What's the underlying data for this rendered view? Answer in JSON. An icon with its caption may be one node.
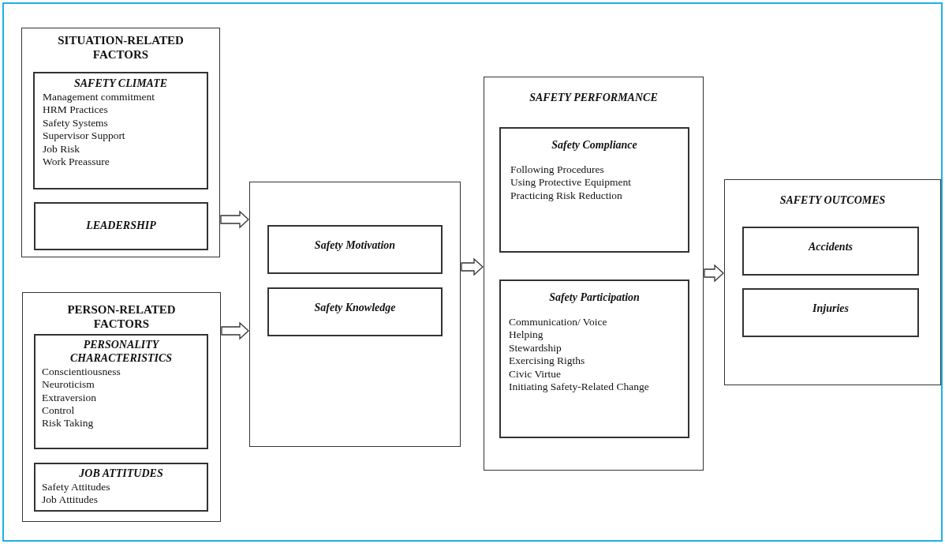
{
  "diagram": {
    "nodes": [
      {
        "text": [
          "SITUATION-RELATED FACTORS"
        ]
      },
      {
        "text": [
          "SAFETY CLIMATE",
          "Management commitment",
          "HRM Practices",
          "Safety Systems",
          "Supervisor Support",
          "Job Risk",
          "Work Preassure"
        ],
        "in": 0
      },
      {
        "text": [
          "LEADERSHIP"
        ],
        "in": 0
      },
      {
        "text": [
          "PERSON-RELATED FACTORS"
        ]
      },
      {
        "text": [
          "PERSONALITY CHARACTERISTICS",
          "Conscientiousness",
          "Neuroticism",
          "Extraversion",
          "Control",
          "Risk Taking"
        ],
        "in": 3
      },
      {
        "text": [
          "JOB ATTITUDES",
          "Safety Attitudes",
          "Job Attitudes"
        ],
        "in": 3
      },
      {
        "text": [],
        "shape": "box"
      },
      {
        "text": [
          "Safety Motivation"
        ],
        "in": 6
      },
      {
        "text": [
          "Safety Knowledge"
        ],
        "in": 6
      },
      {
        "text": [
          "SAFETY PERFORMANCE"
        ]
      },
      {
        "text": [
          "Safety Compliance",
          "Following Procedures",
          "Using Protective Equipment",
          "Practicing Risk Reduction"
        ],
        "in": 9
      },
      {
        "text": [
          "Safety Participation",
          "Communication/ Voice",
          "Helping",
          "Stewardship",
          "Exercising Rigths",
          "Civic Virtue",
          "Initiating Safety-Related Change"
        ],
        "in": 9
      },
      {
        "text": [
          "SAFETY OUTCOMES"
        ]
      },
      {
        "text": [
          "Accidents"
        ],
        "in": 12
      },
      {
        "text": [
          "Injuries"
        ],
        "in": 12
      }
    ],
    "edges": [
      {
        "from": 0,
        "to": 6,
        "arrow": "to"
      },
      {
        "from": 3,
        "to": 6,
        "arrow": "to"
      },
      {
        "from": 6,
        "to": 9,
        "arrow": "to"
      },
      {
        "from": 9,
        "to": 12,
        "arrow": "to"
      }
    ]
  }
}
